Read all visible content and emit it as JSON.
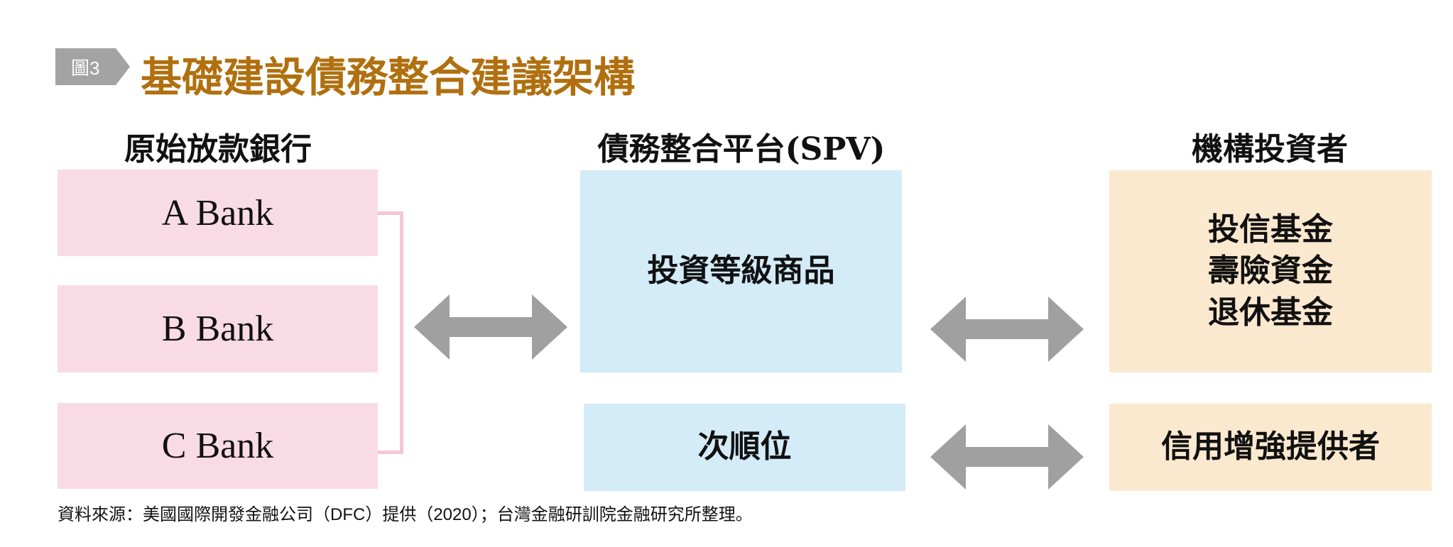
{
  "figure": {
    "badge": "圖3",
    "title": "基礎建設債務整合建議架構"
  },
  "columns": {
    "banks": {
      "header": "原始放款銀行",
      "items": [
        "A Bank",
        "B Bank",
        "C Bank"
      ]
    },
    "spv": {
      "header": "債務整合平台(SPV)",
      "main": "投資等級商品",
      "sub": "次順位"
    },
    "investors": {
      "header": "機構投資者",
      "main": [
        "投信基金",
        "壽險資金",
        "退休基金"
      ],
      "sub": "信用增強提供者"
    }
  },
  "footer": "資料來源：美國國際開發金融公司（DFC）提供（2020）；台灣金融研訓院金融研究所整理。",
  "colors": {
    "title": "#b0700f",
    "pink": "#f9dbe6",
    "blue": "#d4ebf8",
    "beige": "#fbe9cf",
    "arrow": "#a0a0a0"
  }
}
